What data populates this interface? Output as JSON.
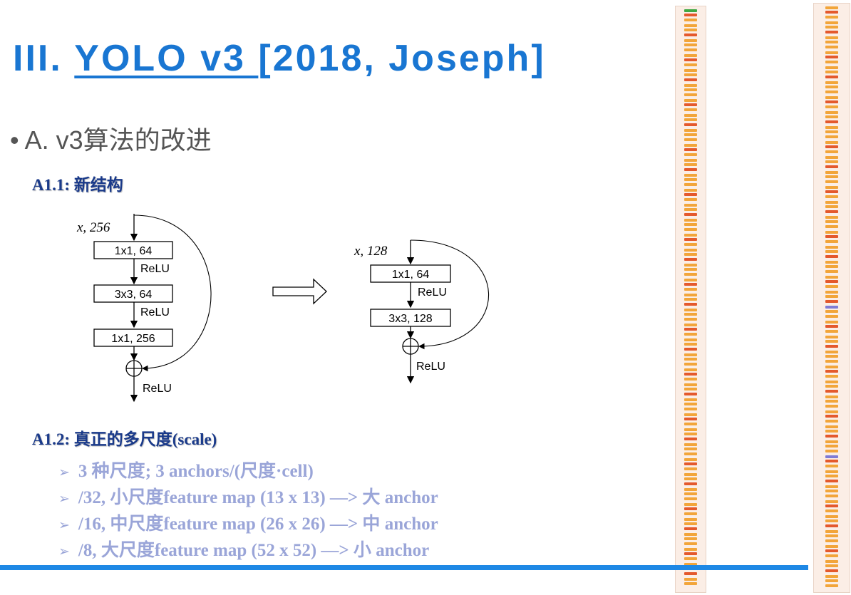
{
  "slide": {
    "title_prefix": "III. ",
    "title_link": "YOLO v3 ",
    "title_rest": "[2018, Joseph]",
    "bullet": "• A. v3算法的改进",
    "section1": "A1.1: 新结构",
    "section2": "A1.2: 真正的多尺度(scale)"
  },
  "diagram_left": {
    "input": "x, 256",
    "box1": "1x1, 64",
    "relu1": "ReLU",
    "box2": "3x3, 64",
    "relu2": "ReLU",
    "box3": "1x1, 256",
    "relu_out": "ReLU"
  },
  "diagram_right": {
    "input": "x, 128",
    "box1": "1x1, 64",
    "relu1": "ReLU",
    "box2": "3x3, 128",
    "relu_out": "ReLU"
  },
  "items": [
    {
      "arrow": "➢",
      "prefix": "3 ",
      "cn": "种尺度",
      "text": "; 3 anchors/(",
      "cn2": "尺度",
      "tail": "·cell)"
    },
    {
      "arrow": "➢",
      "prefix": "/32, ",
      "cn": "小尺度",
      "text": "feature map (13 x 13) —> ",
      "cn2": "大",
      "tail": " anchor"
    },
    {
      "arrow": "➢",
      "prefix": "/16, ",
      "cn": "中尺度",
      "text": "feature map (26 x 26) —> ",
      "cn2": "中",
      "tail": " anchor"
    },
    {
      "arrow": "➢",
      "prefix": "/8, ",
      "cn": "大尺度",
      "text": "feature map (52 x 52) —> ",
      "cn2": "小",
      "tail": " anchor"
    }
  ],
  "colors": {
    "title": "#1976d2",
    "subtitle": "#1a3a8a",
    "items": "#9aa5d8",
    "rule": "#1e88e5"
  }
}
